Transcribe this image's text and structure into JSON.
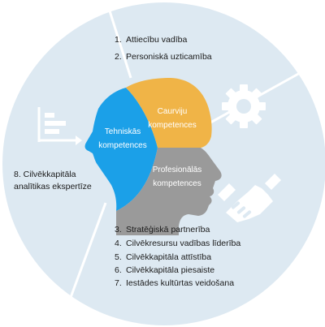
{
  "diagram": {
    "top_list": [
      {
        "num": "1.",
        "text": "Attiecību vadība"
      },
      {
        "num": "2.",
        "text": "Personiskā uzticamība"
      }
    ],
    "left_label": [
      "8. Cilvēkkapitāla",
      "analītikas ekspertīze"
    ],
    "bottom_list": [
      {
        "num": "3.",
        "text": "Stratēģiskā partnerība"
      },
      {
        "num": "4.",
        "text": "Cilvēkresursu vadības līderība"
      },
      {
        "num": "5.",
        "text": "Cilvēkkapitāla attīstība"
      },
      {
        "num": "6.",
        "text": "Cilvēkkapitāla piesaiste"
      },
      {
        "num": "7.",
        "text": "Iestādes kultūrtas veidošana"
      }
    ],
    "head_segments": {
      "technical": [
        "Tehniskās",
        "kompetences"
      ],
      "leadership": [
        "Caurviju",
        "kompetences"
      ],
      "professional": [
        "Profesionālās",
        "kompetences"
      ]
    },
    "icons": [
      "analytics-chart-icon",
      "gear-icon",
      "handshake-icon"
    ],
    "colors": {
      "circle": "#dde9f2",
      "divider": "#ffffff",
      "technical": "#1ba0e8",
      "leadership": "#f0b447",
      "professional": "#9a9a9a",
      "icon": "#ffffff",
      "text": "#1a1a1a"
    }
  }
}
